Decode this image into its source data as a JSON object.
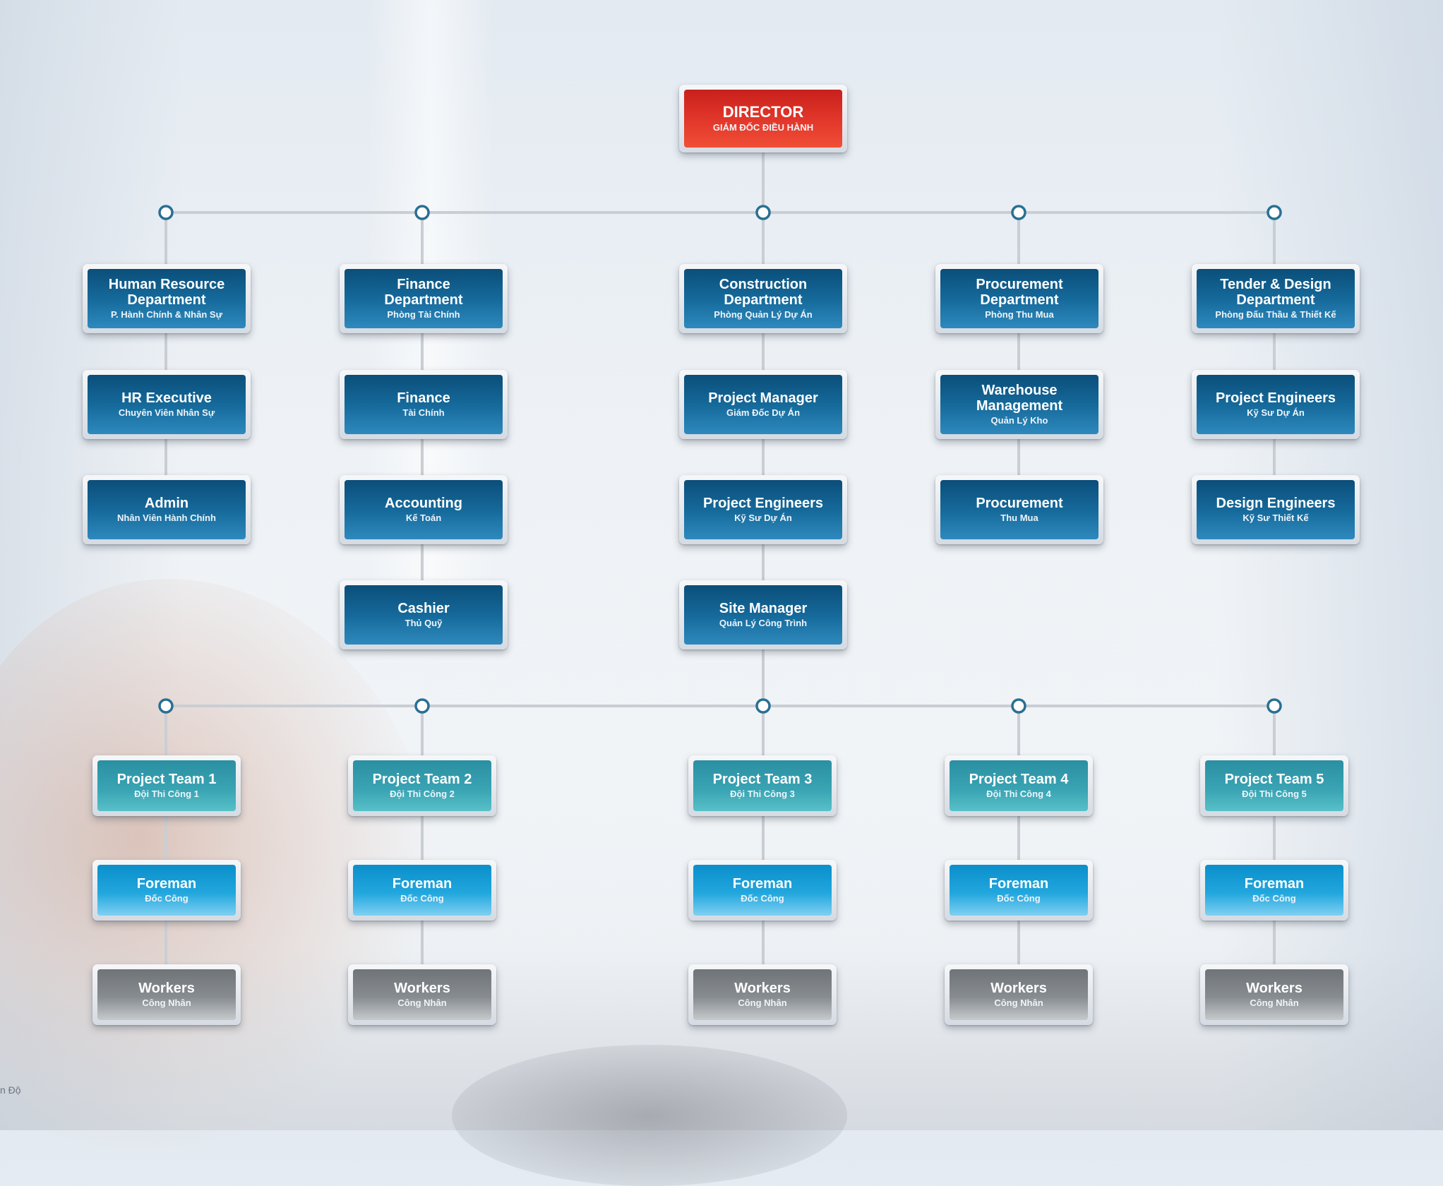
{
  "colors": {
    "director": "#e53a2c",
    "department": "#15699a",
    "team": "#3aa5b4",
    "foreman": "#21a6dd",
    "workers": "#878c90",
    "connector": "#c9ced4",
    "joint": "#2a6f93"
  },
  "director": {
    "title": "DIRECTOR",
    "sub": "GIÁM ĐỐC ĐIỀU HÀNH"
  },
  "columns": [
    {
      "nodes": [
        {
          "title": "Human Resource\nDepartment",
          "sub": "P. Hành Chính & Nhân Sự"
        },
        {
          "title": "HR Executive",
          "sub": "Chuyên Viên Nhân Sự"
        },
        {
          "title": "Admin",
          "sub": "Nhân Viên Hành Chính"
        }
      ]
    },
    {
      "nodes": [
        {
          "title": "Finance\nDepartment",
          "sub": "Phòng Tài Chính"
        },
        {
          "title": "Finance",
          "sub": "Tài Chính"
        },
        {
          "title": "Accounting",
          "sub": "Kế Toán"
        },
        {
          "title": "Cashier",
          "sub": "Thủ Quỹ"
        }
      ]
    },
    {
      "nodes": [
        {
          "title": "Construction\nDepartment",
          "sub": "Phòng Quản Lý Dự Án"
        },
        {
          "title": "Project Manager",
          "sub": "Giám Đốc Dự Án"
        },
        {
          "title": "Project Engineers",
          "sub": "Kỹ Sư Dự Án"
        },
        {
          "title": "Site Manager",
          "sub": "Quản Lý Công Trình"
        }
      ]
    },
    {
      "nodes": [
        {
          "title": "Procurement\nDepartment",
          "sub": "Phòng Thu Mua"
        },
        {
          "title": "Warehouse\nManagement",
          "sub": "Quản Lý Kho"
        },
        {
          "title": "Procurement",
          "sub": "Thu Mua"
        }
      ]
    },
    {
      "nodes": [
        {
          "title": "Tender & Design\nDepartment",
          "sub": "Phòng Đấu Thầu & Thiết Kế"
        },
        {
          "title": "Project Engineers",
          "sub": "Kỹ Sư Dự Án"
        },
        {
          "title": "Design Engineers",
          "sub": "Kỹ Sư Thiết Kế"
        }
      ]
    }
  ],
  "teams": [
    {
      "team": {
        "title": "Project Team 1",
        "sub": "Đội Thi Công 1"
      },
      "foreman": {
        "title": "Foreman",
        "sub": "Đốc Công"
      },
      "workers": {
        "title": "Workers",
        "sub": "Công Nhân"
      }
    },
    {
      "team": {
        "title": "Project Team 2",
        "sub": "Đội Thi Công 2"
      },
      "foreman": {
        "title": "Foreman",
        "sub": "Đốc Công"
      },
      "workers": {
        "title": "Workers",
        "sub": "Công Nhân"
      }
    },
    {
      "team": {
        "title": "Project Team 3",
        "sub": "Đội Thi Công 3"
      },
      "foreman": {
        "title": "Foreman",
        "sub": "Đốc Công"
      },
      "workers": {
        "title": "Workers",
        "sub": "Công Nhân"
      }
    },
    {
      "team": {
        "title": "Project Team 4",
        "sub": "Đội Thi Công 4"
      },
      "foreman": {
        "title": "Foreman",
        "sub": "Đốc Công"
      },
      "workers": {
        "title": "Workers",
        "sub": "Công Nhân"
      }
    },
    {
      "team": {
        "title": "Project Team 5",
        "sub": "Đội Thi Công 5"
      },
      "foreman": {
        "title": "Foreman",
        "sub": "Đốc Công"
      },
      "workers": {
        "title": "Workers",
        "sub": "Công Nhân"
      }
    }
  ],
  "footer": {
    "text": "n Độ"
  }
}
